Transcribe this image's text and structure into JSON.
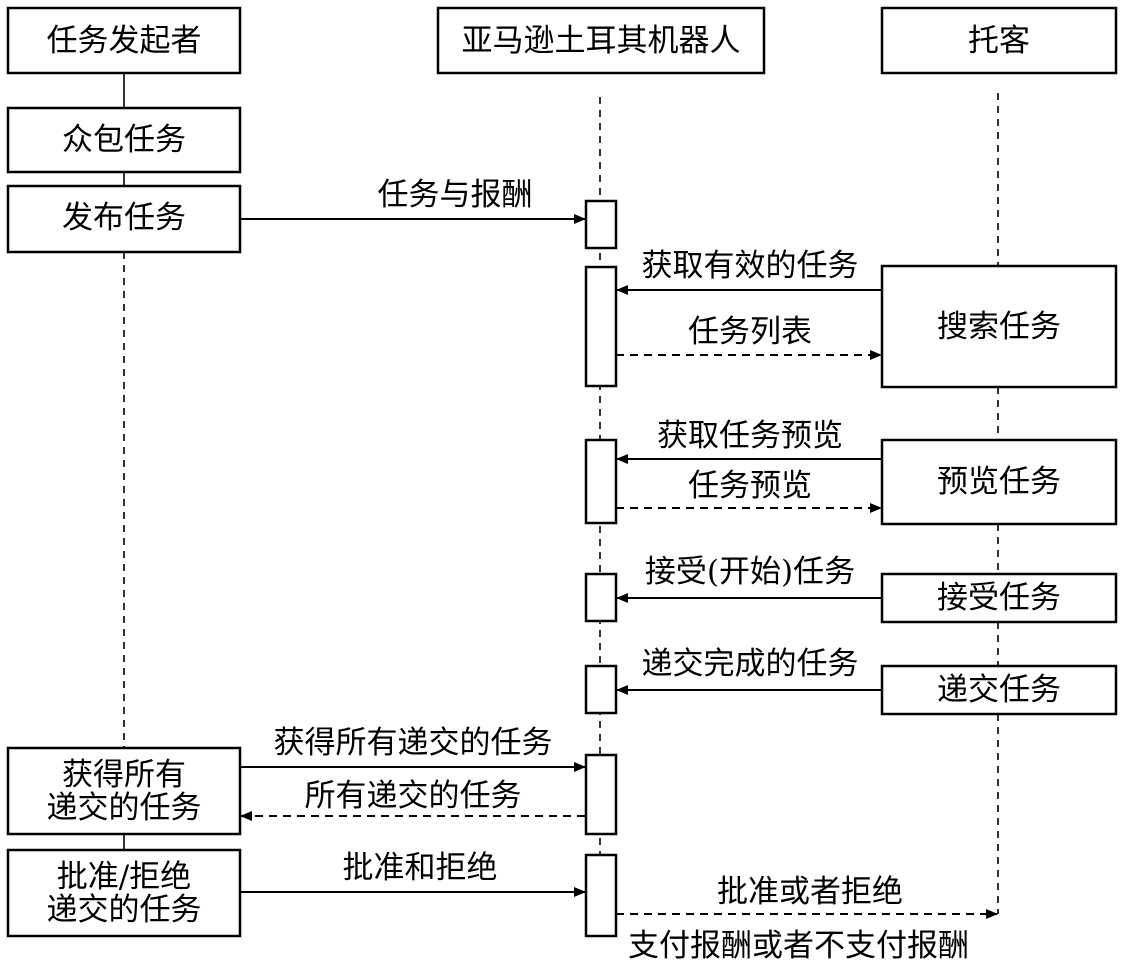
{
  "participants": {
    "requester": "任务发起者",
    "robot": "亚马逊土耳其机器人",
    "worker": "托客"
  },
  "requester_steps": {
    "crowdsource": "众包任务",
    "publish": "发布任务",
    "get_submitted_line1": "获得所有",
    "get_submitted_line2": "递交的任务",
    "approve_line1": "批准/拒绝",
    "approve_line2": "递交的任务"
  },
  "worker_steps": {
    "search": "搜索任务",
    "preview": "预览任务",
    "accept": "接受任务",
    "submit": "递交任务"
  },
  "messages": {
    "task_and_reward": "任务与报酬",
    "get_valid_tasks": "获取有效的任务",
    "task_list": "任务列表",
    "get_task_preview": "获取任务预览",
    "task_preview": "任务预览",
    "accept_start_task": "接受(开始)任务",
    "submit_completed_task": "递交完成的任务",
    "get_all_submitted": "获得所有递交的任务",
    "all_submitted": "所有递交的任务",
    "approve_and_reject": "批准和拒绝",
    "approve_or_reject": "批准或者拒绝",
    "pay_or_not": "支付报酬或者不支付报酬"
  }
}
